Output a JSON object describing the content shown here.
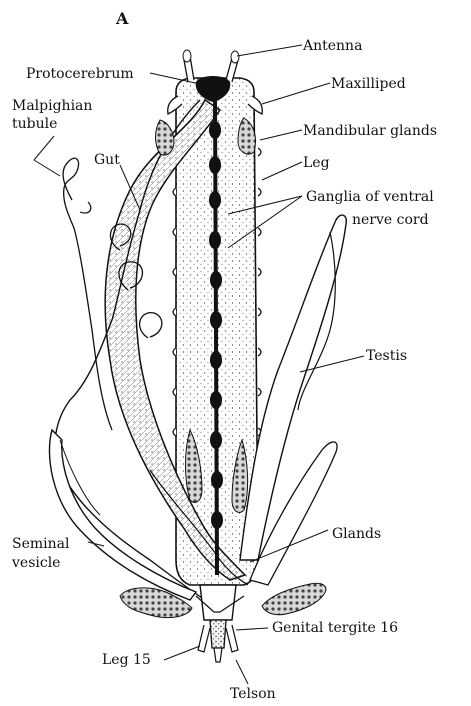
{
  "figure": {
    "panel_letter": "A",
    "labels": {
      "antenna": "Antenna",
      "protocerebrum": "Protocerebrum",
      "maxilliped": "Maxilliped",
      "malpighian_line1": "Malpighian",
      "malpighian_line2": "tubule",
      "mandibular_glands": "Mandibular glands",
      "gut": "Gut",
      "leg": "Leg",
      "ganglia_line1": "Ganglia of ventral",
      "ganglia_line2": "nerve cord",
      "testis": "Testis",
      "glands": "Glands",
      "seminal_line1": "Seminal",
      "seminal_line2": "vesicle",
      "genital_tergite": "Genital tergite 16",
      "leg15": "Leg 15",
      "telson": "Telson"
    }
  }
}
